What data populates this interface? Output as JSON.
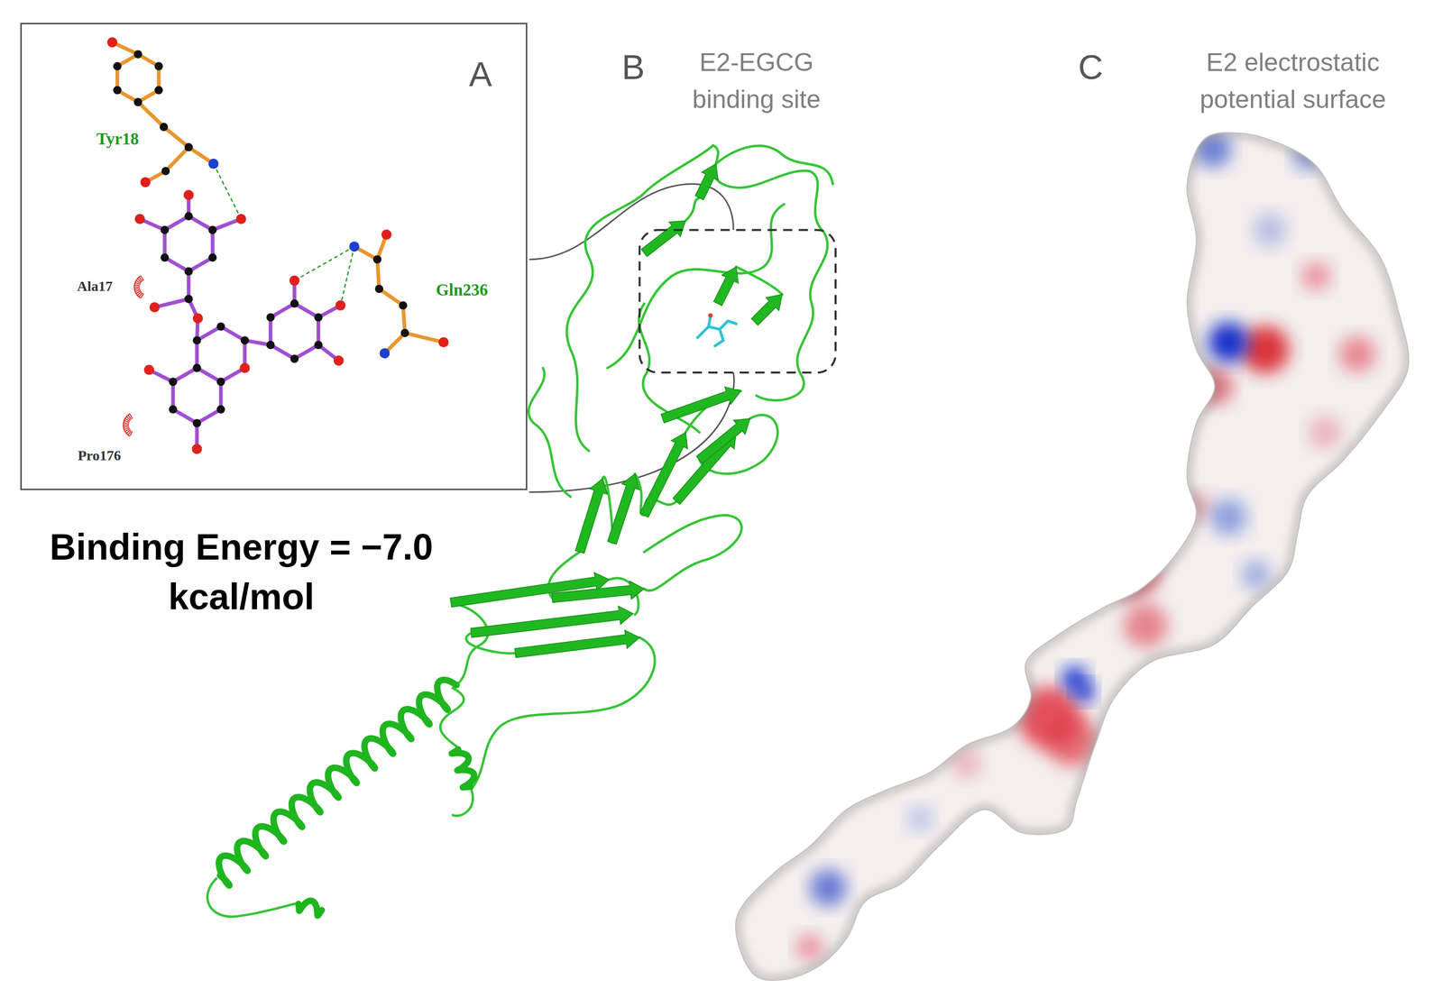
{
  "diagram": {
    "nodes": [
      {
        "text": [
          "A"
        ]
      }
    ],
    "labels": [
      "Tyr18",
      "Ala17",
      "Gln236",
      "Pro176",
      "Binding Energy = −7.0 kcal/mol",
      "B",
      "E2-EGCG binding site",
      "C",
      "E2 electrostatic potential surface"
    ]
  }
}
